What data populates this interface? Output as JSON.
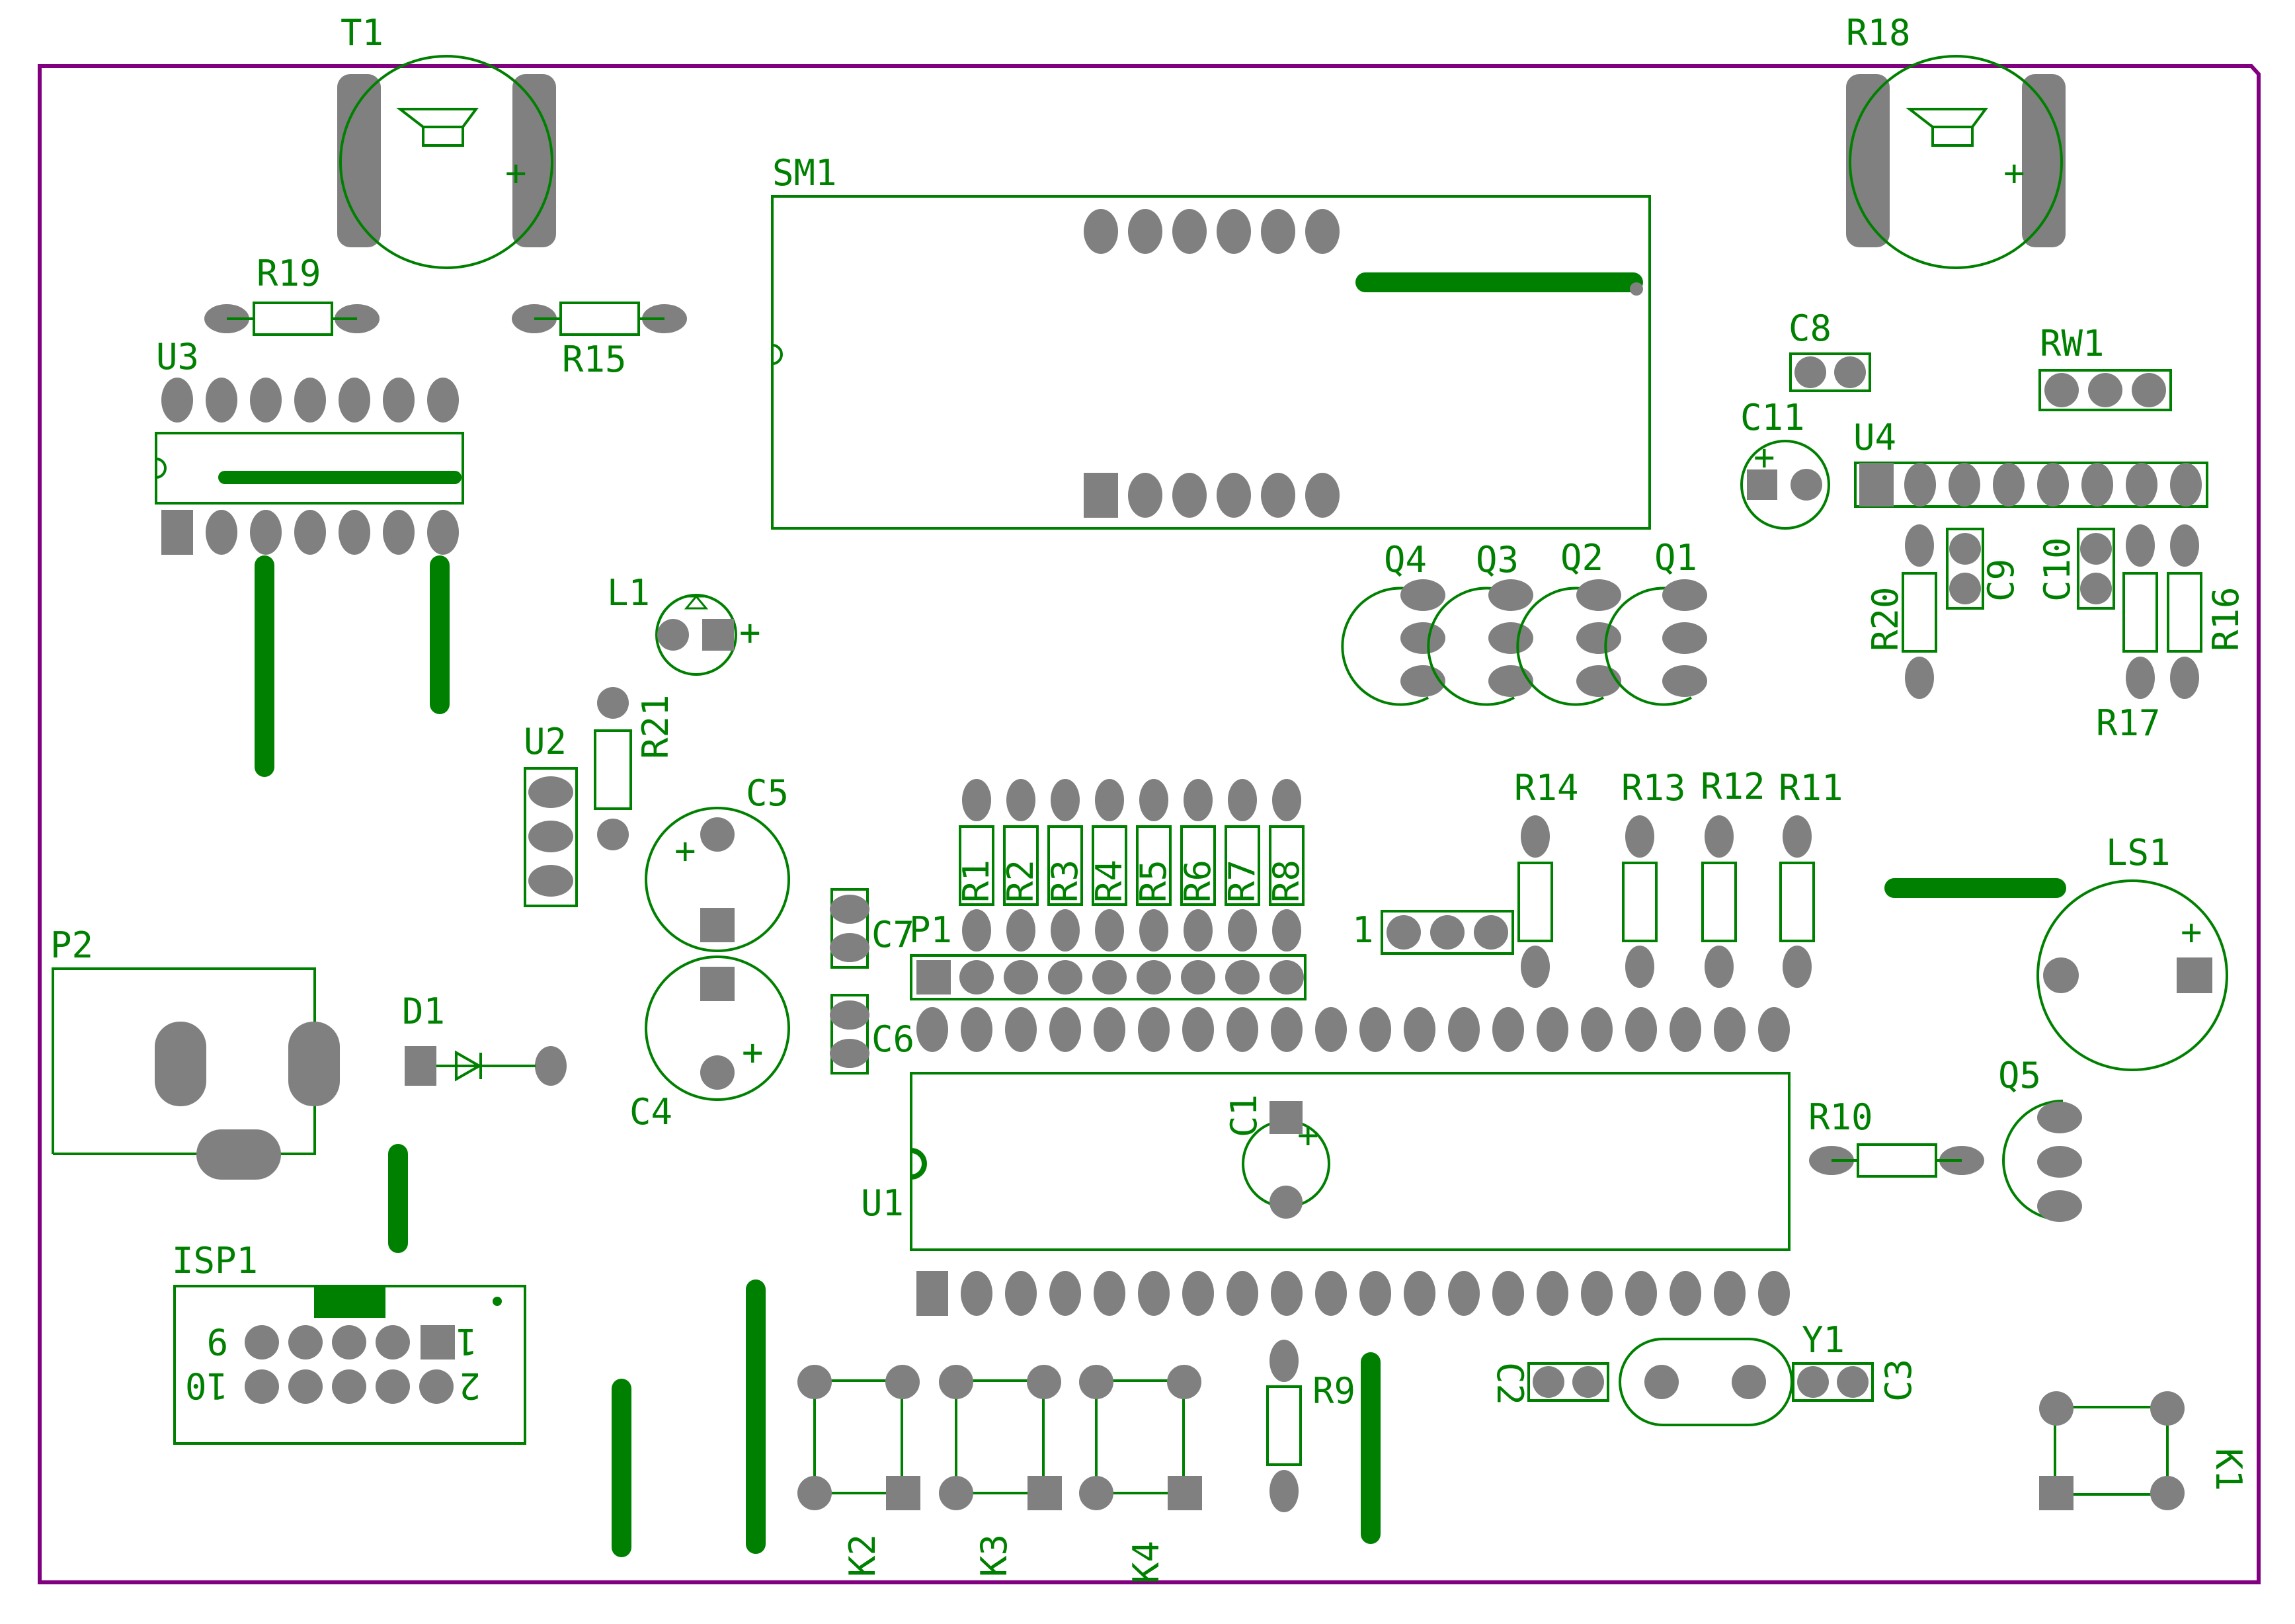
{
  "colors": {
    "outline": "#800080",
    "silk": "#008000",
    "pad": "#808080",
    "background": "#ffffff"
  },
  "labels": {
    "T1": "T1",
    "R18": "R18",
    "SM1": "SM1",
    "R19": "R19",
    "R15": "R15",
    "U3": "U3",
    "C8": "C8",
    "RW1": "RW1",
    "C11": "C11",
    "U4": "U4",
    "L1": "L1",
    "Q4": "Q4",
    "Q3": "Q3",
    "Q2": "Q2",
    "Q1": "Q1",
    "R20": "R20",
    "C9": "C9",
    "C10": "C10",
    "R16": "R16",
    "R17": "R17",
    "U2": "U2",
    "R21": "R21",
    "C5": "C5",
    "R1": "R1",
    "R2": "R2",
    "R3": "R3",
    "R4": "R4",
    "R5": "R5",
    "R6": "R6",
    "R7": "R7",
    "R8": "R8",
    "R14": "R14",
    "R13": "R13",
    "R12": "R12",
    "R11": "R11",
    "LS1": "LS1",
    "P2": "P2",
    "C7": "C7",
    "P1": "P1",
    "pin1": "1",
    "D1": "D1",
    "C6": "C6",
    "C4": "C4",
    "C1": "C1",
    "R10": "R10",
    "Q5": "Q5",
    "U1": "U1",
    "ISP1": "ISP1",
    "isp_9": "9",
    "isp_10": "10",
    "isp_1": "1",
    "isp_2": "2",
    "R9": "R9",
    "C2": "C2",
    "Y1": "Y1",
    "C3": "C3",
    "K1": "K1",
    "K2": "K2",
    "K3": "K3",
    "K4": "K4"
  }
}
